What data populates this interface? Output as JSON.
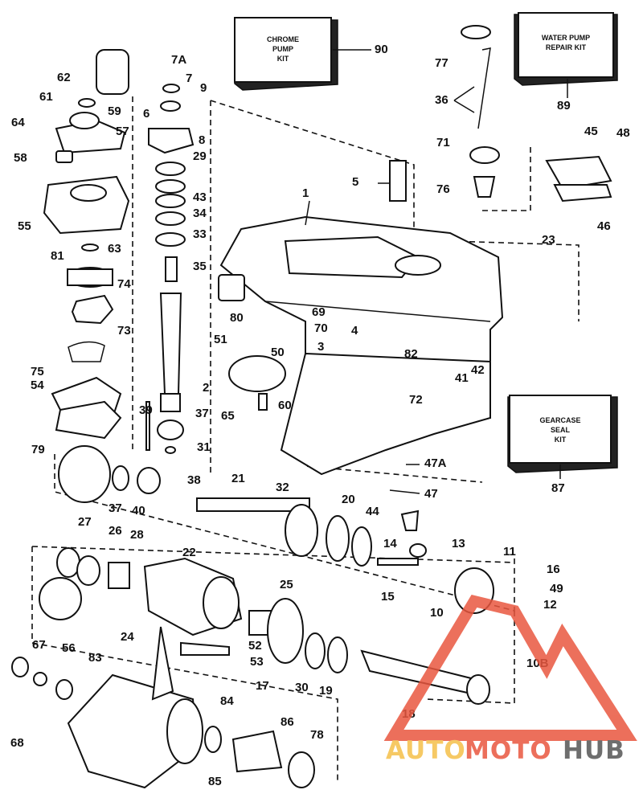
{
  "kits": [
    {
      "id": "chrome-pump-kit",
      "lines": [
        "CHROME",
        "PUMP",
        "KIT"
      ],
      "number": "90"
    },
    {
      "id": "water-pump-repair-kit",
      "lines": [
        "WATER PUMP",
        "REPAIR KIT"
      ],
      "number": "89"
    },
    {
      "id": "gearcase-seal-kit",
      "lines": [
        "GEARCASE",
        "SEAL",
        "KIT"
      ],
      "number": "87"
    }
  ],
  "part_numbers": [
    "1",
    "2",
    "3",
    "4",
    "5",
    "6",
    "7",
    "7A",
    "8",
    "9",
    "10",
    "10B",
    "11",
    "12",
    "13",
    "14",
    "15",
    "16",
    "17",
    "18",
    "19",
    "20",
    "21",
    "22",
    "23",
    "24",
    "25",
    "26",
    "27",
    "28",
    "29",
    "30",
    "31",
    "32",
    "33",
    "34",
    "35",
    "36",
    "37",
    "37",
    "38",
    "39",
    "40",
    "41",
    "42",
    "43",
    "44",
    "45",
    "46",
    "47",
    "47A",
    "48",
    "49",
    "50",
    "51",
    "52",
    "53",
    "54",
    "55",
    "56",
    "57",
    "58",
    "59",
    "60",
    "61",
    "62",
    "63",
    "64",
    "65",
    "67",
    "68",
    "69",
    "70",
    "71",
    "72",
    "73",
    "74",
    "75",
    "76",
    "77",
    "78",
    "79",
    "80",
    "81",
    "82",
    "83",
    "84",
    "85",
    "86"
  ],
  "watermark": {
    "part1": "AUTO",
    "part2": "MOTO",
    "part3": "HUB",
    "color1": "#f5c04a",
    "color2": "#e9573f",
    "color3": "#555555",
    "logo_color": "#e9573f"
  }
}
